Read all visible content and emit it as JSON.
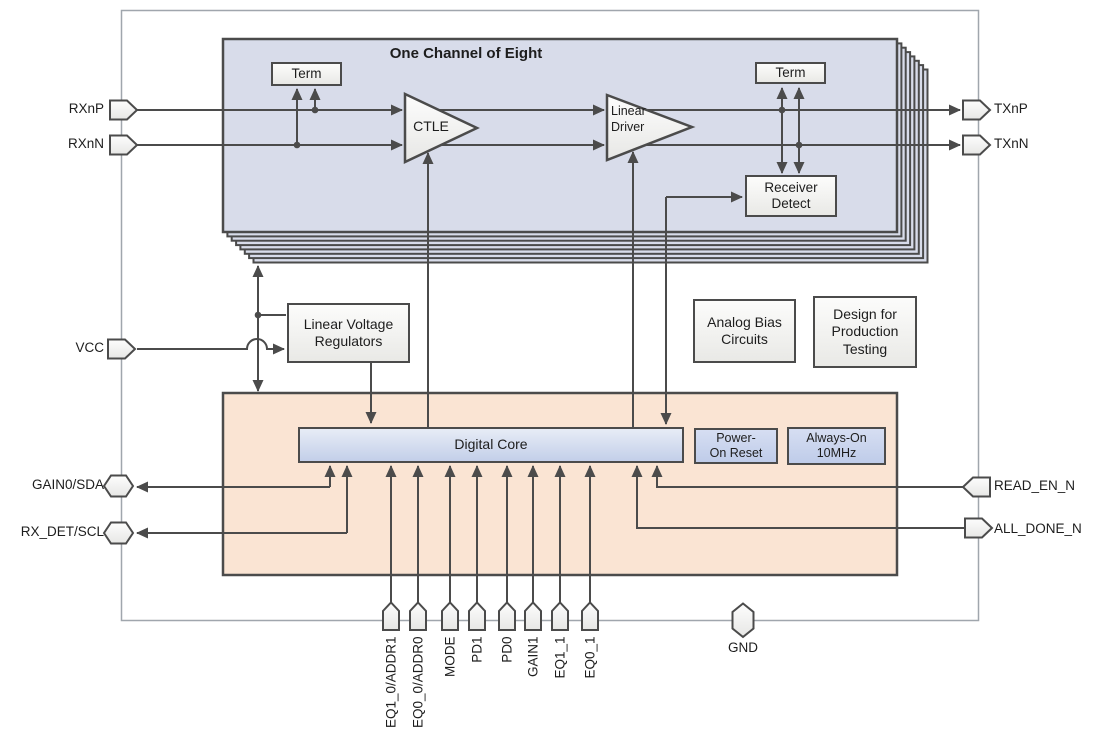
{
  "diagram": {
    "channel": {
      "title": "One Channel of Eight",
      "term_left": "Term",
      "term_right": "Term",
      "ctle": "CTLE",
      "linear_driver": {
        "line1": "Linear",
        "line2": "Driver"
      },
      "receiver_detect": {
        "line1": "Receiver",
        "line2": "Detect"
      }
    },
    "blocks": {
      "lvr": {
        "line1": "Linear Voltage",
        "line2": "Regulators"
      },
      "analog_bias": {
        "line1": "Analog Bias",
        "line2": "Circuits"
      },
      "design_testing": {
        "line1": "Design for",
        "line2": "Production",
        "line3": "Testing"
      },
      "digital_core": "Digital Core",
      "power_on_reset": {
        "line1": "Power-",
        "line2": "On Reset"
      },
      "always_on": {
        "line1": "Always-On",
        "line2": "10MHz"
      }
    },
    "pins": {
      "left": [
        {
          "label": "RXnP"
        },
        {
          "label": "RXnN"
        },
        {
          "label": "VCC"
        },
        {
          "label": "GAIN0/SDA"
        },
        {
          "label": "RX_DET/SCL"
        }
      ],
      "right": [
        {
          "label": "TXnP"
        },
        {
          "label": "TXnN"
        },
        {
          "label": "READ_EN_N"
        },
        {
          "label": "ALL_DONE_N"
        }
      ],
      "bottom": [
        {
          "label": "EQ1_0/ADDR1"
        },
        {
          "label": "EQ0_0/ADDR0"
        },
        {
          "label": "MODE"
        },
        {
          "label": "PD1"
        },
        {
          "label": "PD0"
        },
        {
          "label": "GAIN1"
        },
        {
          "label": "EQ1_1"
        },
        {
          "label": "EQ0_1"
        }
      ],
      "ground": {
        "label": "GND"
      }
    },
    "colors": {
      "wire": "#4b4b4b",
      "channel_fill": "#d8dcea",
      "analog_block_fill": "#fae4d3",
      "core_fill_top": "#e7ecf6",
      "core_fill_bottom": "#c3cfe9",
      "block_fill": "#f2f2f0",
      "chip_border": "#a0a6ad"
    }
  }
}
